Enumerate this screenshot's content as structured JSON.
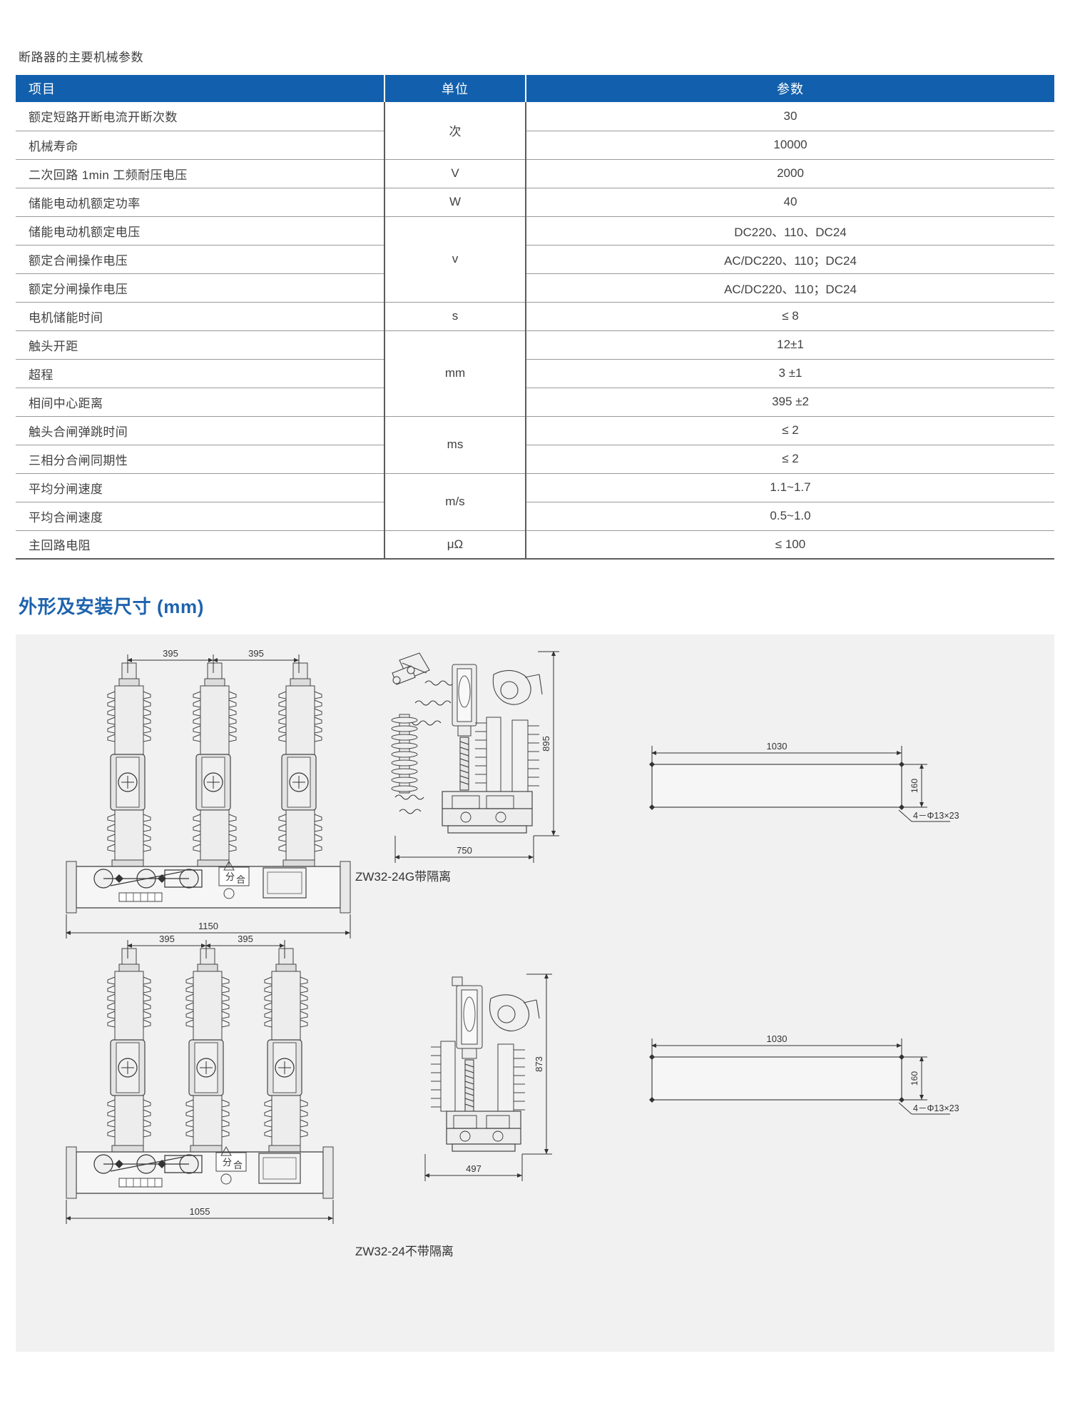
{
  "table": {
    "caption": "断路器的主要机械参数",
    "headers": [
      "项目",
      "单位",
      "参数"
    ],
    "rows": [
      {
        "item": "额定短路开断电流开断次数",
        "unit": "次",
        "unit_span": 2,
        "value": "30"
      },
      {
        "item": "机械寿命",
        "unit": "",
        "unit_span": 0,
        "value": "10000"
      },
      {
        "item": "二次回路 1min 工频耐压电压",
        "unit": "V",
        "unit_span": 1,
        "value": "2000"
      },
      {
        "item": "储能电动机额定功率",
        "unit": "W",
        "unit_span": 1,
        "value": "40"
      },
      {
        "item": "储能电动机额定电压",
        "unit": "v",
        "unit_span": 3,
        "value": "DC220、110、DC24"
      },
      {
        "item": "额定合闸操作电压",
        "unit": "",
        "unit_span": 0,
        "value": "AC/DC220、110；DC24"
      },
      {
        "item": "额定分闸操作电压",
        "unit": "",
        "unit_span": 0,
        "value": "AC/DC220、110；DC24"
      },
      {
        "item": "电机储能时间",
        "unit": "s",
        "unit_span": 1,
        "value": "≤ 8"
      },
      {
        "item": "触头开距",
        "unit": "mm",
        "unit_span": 3,
        "value": "12±1"
      },
      {
        "item": "超程",
        "unit": "",
        "unit_span": 0,
        "value": "3 ±1"
      },
      {
        "item": "相间中心距离",
        "unit": "",
        "unit_span": 0,
        "value": "395 ±2"
      },
      {
        "item": "触头合闸弹跳时间",
        "unit": "ms",
        "unit_span": 2,
        "value": "≤ 2"
      },
      {
        "item": "三相分合闸同期性",
        "unit": "",
        "unit_span": 0,
        "value": "≤ 2"
      },
      {
        "item": "平均分闸速度",
        "unit": "m/s",
        "unit_span": 2,
        "value": "1.1~1.7"
      },
      {
        "item": "平均合闸速度",
        "unit": "",
        "unit_span": 0,
        "value": "0.5~1.0"
      },
      {
        "item": "主回路电阻",
        "unit": "μΩ",
        "unit_span": 1,
        "value": "≤ 100"
      }
    ]
  },
  "dimensions": {
    "heading": "外形及安装尺寸 (mm)",
    "caption_top": "ZW32-24G带隔离",
    "caption_bottom": "ZW32-24不带隔离",
    "top_drawing": {
      "front_phase_gap_left": "395",
      "front_phase_gap_right": "395",
      "front_width": "1150",
      "switch_label_open": "分",
      "switch_label_close": "合",
      "side_depth": "750",
      "side_height": "895",
      "plan_length": "1030",
      "plan_width": "160",
      "hole_note": "4－Φ13×23"
    },
    "bottom_drawing": {
      "front_phase_gap_left": "395",
      "front_phase_gap_right": "395",
      "front_width": "1055",
      "switch_label_open": "分",
      "switch_label_close": "合",
      "side_depth": "497",
      "side_height": "873",
      "plan_length": "1030",
      "plan_width": "160",
      "hole_note": "4－Φ13×23"
    }
  },
  "colors": {
    "header_blue": "#1260ad",
    "heading_blue": "#1e63ad",
    "panel_bg": "#f1f1f1",
    "line": "#5c5c5c"
  }
}
